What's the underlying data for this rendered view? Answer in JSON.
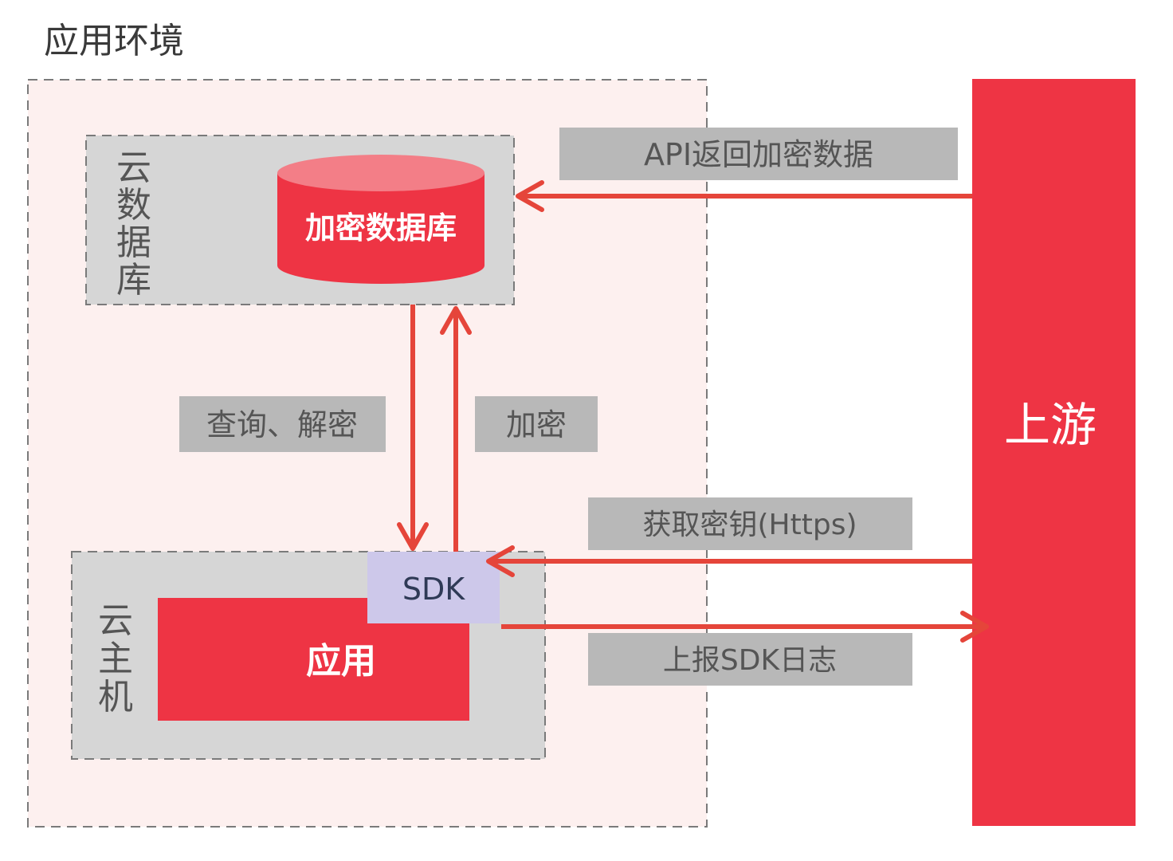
{
  "title": "应用环境",
  "cloud_database": {
    "label_chars": [
      "云",
      "数",
      "据",
      "库"
    ],
    "db_label": "加密数据库"
  },
  "cloud_host": {
    "label_chars": [
      "云",
      "主",
      "机"
    ],
    "app_label": "应用",
    "sdk_label": "SDK"
  },
  "upstream": {
    "label": "上游"
  },
  "edges": {
    "api_return": "API返回加密数据",
    "query_decrypt": "查询、解密",
    "encrypt": "加密",
    "get_key": "获取密钥(Https)",
    "report_log": "上报SDK日志"
  },
  "colors": {
    "red": "#ee3444",
    "arrow": "#e5453a",
    "gray_box": "#d6d6d6",
    "label_box": "#b8b8b8",
    "env_bg": "#fdf0ef",
    "sdk": "#cdc8ea"
  }
}
